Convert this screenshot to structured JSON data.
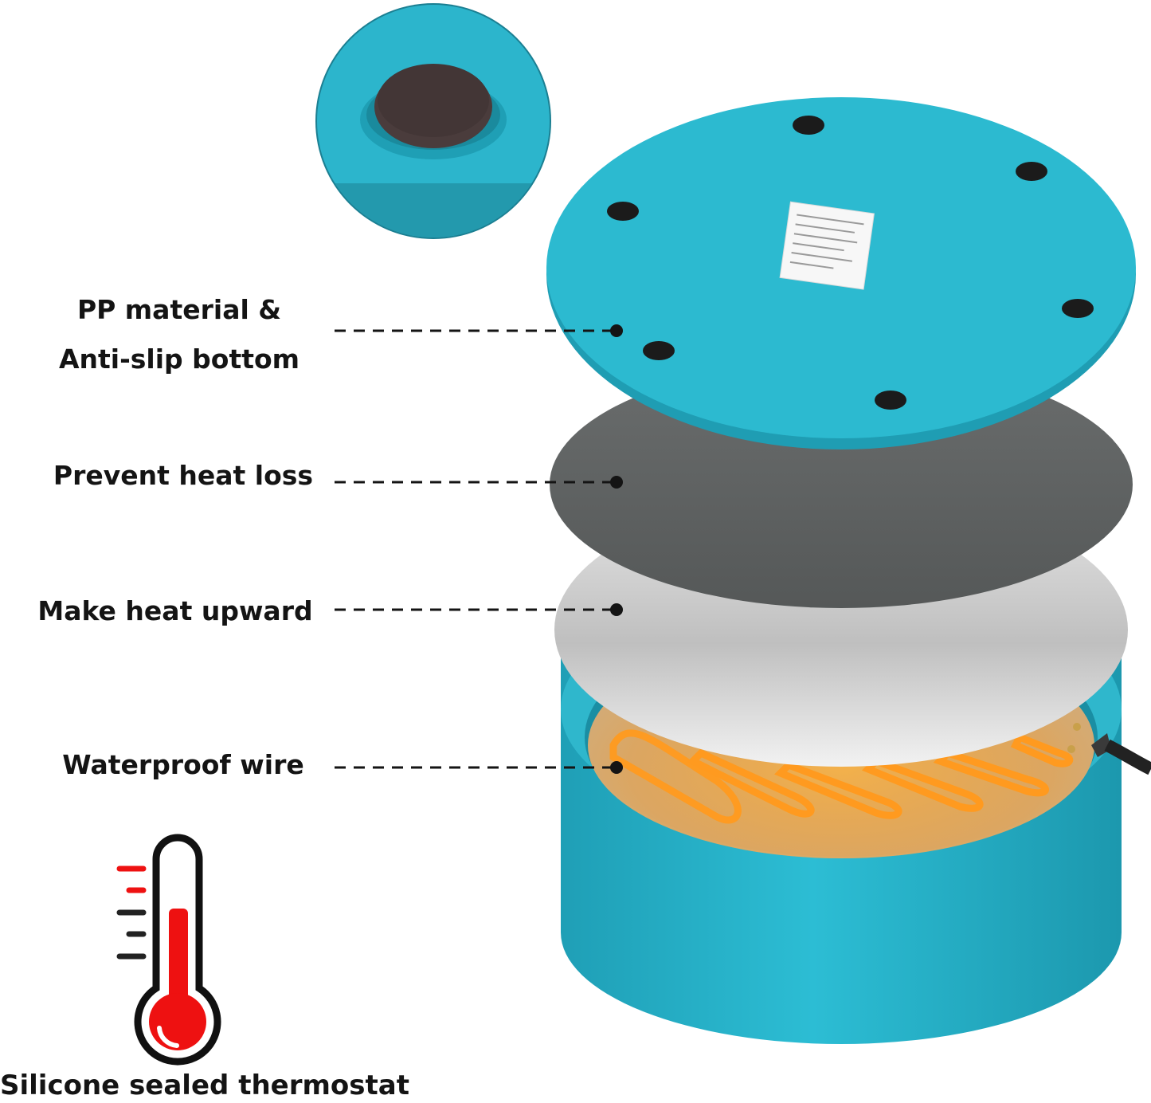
{
  "callouts": {
    "pp_material": "PP material &\nAnti-slip bottom",
    "heat_loss": "Prevent heat loss",
    "heat_upward": "Make heat upward",
    "waterproof_wire": "Waterproof wire"
  },
  "thermostat_caption": "Silicone sealed thermostat",
  "icons": {
    "zoom_detail": "anti-slip-foot-closeup-icon",
    "thermometer": "thermometer-icon"
  },
  "colors": {
    "bowl_teal": "#2bb8cf",
    "insulation_grey": "#5e6161",
    "reflective_plate": "#dcdcdc",
    "heating_wire": "#ff9a1f",
    "thermometer_red": "#ee1111",
    "text": "#141414"
  }
}
